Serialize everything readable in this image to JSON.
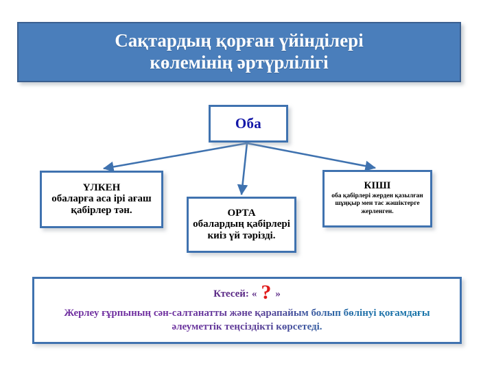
{
  "slide": {
    "title": "Сақтардың қорған үйінділері көлемінің әртүрлілігі",
    "title_line1": "Сақтардың қорған үйінділері",
    "title_line2": "көлемінің әртүрлілігі"
  },
  "colors": {
    "title_bar": "#4A7EBB",
    "title_bar_border": "#3A5F8F",
    "title_text": "#FFFFFF",
    "node_border": "#3F72AF",
    "root_text": "#1317A8",
    "node_text": "#000000",
    "connector": "#3F72AF",
    "question_mark": "#E01B1B",
    "conclusion_gradient_start": "#7030A0",
    "conclusion_gradient_end": "#0E74A8",
    "quote_text": "#5B2A86"
  },
  "diagram": {
    "root": {
      "label": "Оба"
    },
    "nodes": [
      {
        "id": "large",
        "head": "ҮЛКЕН",
        "body": "обаларға аса ірі ағаш қабірлер тән."
      },
      {
        "id": "middle",
        "head": "ОРТА",
        "body": "обалардың қабірлері киіз үй тәрізді."
      },
      {
        "id": "small",
        "head": "КІШІ",
        "body": "оба қабірлері жерден қазылған шұңқыр мен тас жәшіктерге жерленген."
      }
    ]
  },
  "conclusion": {
    "prompt_label": "Ктесей:",
    "quote_open": "«",
    "quote_close": "»",
    "question_mark": "?",
    "text": "Жерлеу ғұрпының сән-салтанатты және қарапайым болып бөлінуі қоғамдағы әлеуметтік теңсіздікті көрсетеді."
  }
}
